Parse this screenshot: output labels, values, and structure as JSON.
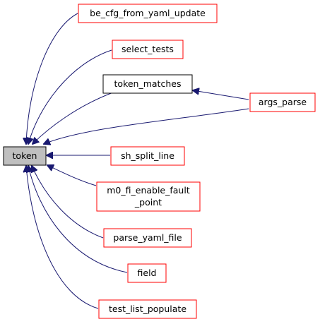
{
  "graph": {
    "colors": {
      "edge": "#191970",
      "focus_fill": "#bfbfbf",
      "focus_border": "#000000",
      "link_border": "#ff0000",
      "plain_border": "#000000",
      "node_fill": "#ffffff"
    },
    "nodes": {
      "token": {
        "label": "token",
        "style": "focus"
      },
      "be_cfg": {
        "label": "be_cfg_from_yaml_update",
        "style": "link"
      },
      "select_tests": {
        "label": "select_tests",
        "style": "link"
      },
      "token_matches": {
        "label": "token_matches",
        "style": "plain"
      },
      "args_parse": {
        "label": "args_parse",
        "style": "link"
      },
      "sh_split_line": {
        "label": "sh_split_line",
        "style": "link"
      },
      "m0_fi": {
        "lines": [
          "m0_fi_enable_fault",
          "_point"
        ],
        "style": "link"
      },
      "parse_yaml_file": {
        "label": "parse_yaml_file",
        "style": "link"
      },
      "field": {
        "label": "field",
        "style": "link"
      },
      "test_list_populate": {
        "label": "test_list_populate",
        "style": "link"
      }
    },
    "edges": [
      {
        "from": "be_cfg",
        "to": "token"
      },
      {
        "from": "select_tests",
        "to": "token"
      },
      {
        "from": "token_matches",
        "to": "token"
      },
      {
        "from": "args_parse",
        "to": "token"
      },
      {
        "from": "args_parse",
        "to": "token_matches"
      },
      {
        "from": "sh_split_line",
        "to": "token"
      },
      {
        "from": "m0_fi",
        "to": "token"
      },
      {
        "from": "parse_yaml_file",
        "to": "token"
      },
      {
        "from": "field",
        "to": "token"
      },
      {
        "from": "test_list_populate",
        "to": "token"
      }
    ]
  }
}
